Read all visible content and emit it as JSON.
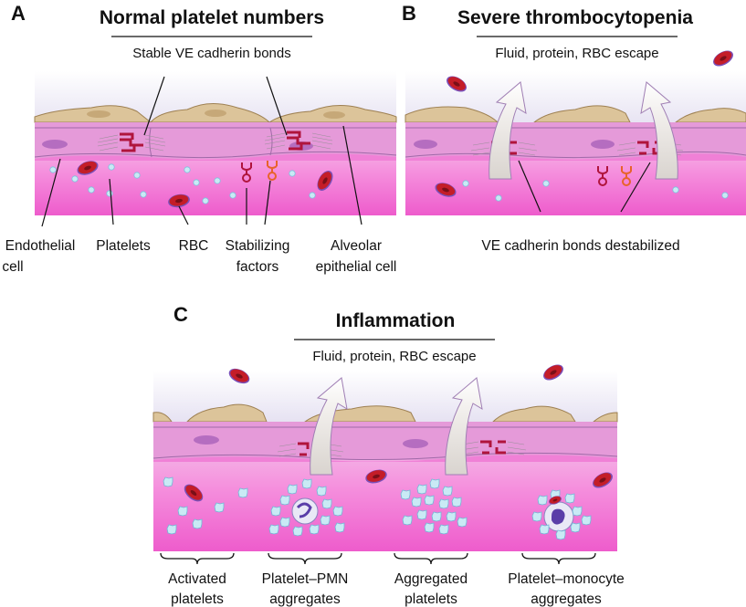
{
  "panel_a": {
    "letter": "A",
    "title": "Normal platelet numbers",
    "subtitle": "Stable VE cadherin bonds",
    "labels": {
      "endothelial_1": "Endothelial",
      "endothelial_2": "cell",
      "platelets": "Platelets",
      "rbc": "RBC",
      "stabilizing_1": "Stabilizing",
      "stabilizing_2": "factors",
      "alveolar_1": "Alveolar",
      "alveolar_2": "epithelial cell"
    }
  },
  "panel_b": {
    "letter": "B",
    "title": "Severe thrombocytopenia",
    "subtitle": "Fluid, protein, RBC escape",
    "label": "VE cadherin bonds destabilized"
  },
  "panel_c": {
    "letter": "C",
    "title": "Inflammation",
    "subtitle": "Fluid, protein, RBC escape",
    "labels": {
      "activated_1": "Activated",
      "activated_2": "platelets",
      "pmn_1": "Platelet–PMN",
      "pmn_2": "aggregates",
      "aggregated_1": "Aggregated",
      "aggregated_2": "platelets",
      "monocyte_1": "Platelet–monocyte",
      "monocyte_2": "aggregates"
    }
  },
  "colors": {
    "alveolar_cell": "#dcc49a",
    "alveolar_outline": "#9e8052",
    "endothelium": "#e59ad9",
    "vessel_lumen": "#f274d5",
    "rbc": "#c41d28",
    "platelet": "#bfe5f2",
    "cadherin": "#b0143c"
  }
}
